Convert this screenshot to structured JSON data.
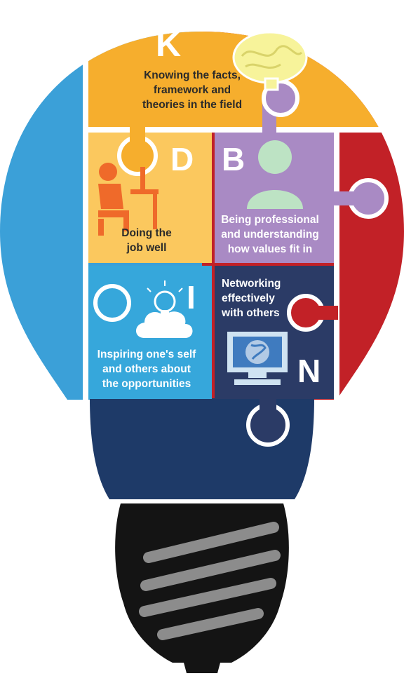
{
  "segments": [
    {
      "id": "k",
      "letter": "K",
      "lines": [
        "Knowing the facts,",
        "framework and",
        "theories in the field"
      ]
    },
    {
      "id": "d",
      "letter": "D",
      "lines": [
        "Doing the",
        "job well"
      ]
    },
    {
      "id": "b",
      "letter": "B",
      "lines": [
        "Being professional",
        "and understanding",
        "how values fit in"
      ]
    },
    {
      "id": "i",
      "letter": "I",
      "lines": [
        "Inspiring one's self",
        "and others about",
        "the opportunities"
      ]
    },
    {
      "id": "n",
      "letter": "N",
      "lines": [
        "Networking",
        "effectively",
        "with others"
      ]
    }
  ],
  "colors": {
    "k": "#F6AE2D",
    "d": "#FBC85E",
    "b": "#A98AC4",
    "i": "#36A7DB",
    "n": "#2B3B66",
    "left_outer": "#3BA0D8",
    "right_outer": "#C22127",
    "neck": "#1E3A68",
    "base": "#141414",
    "threads": "#8C8C8C",
    "brain": "#F7F39A",
    "person": "#BDE3C4",
    "worker": "#EF6A2A",
    "monitor": "#3F7BBF"
  },
  "icons": [
    "brain-icon",
    "worker-at-desk-icon",
    "person-icon",
    "cloud-lightbulb-icon",
    "computer-globe-icon"
  ]
}
